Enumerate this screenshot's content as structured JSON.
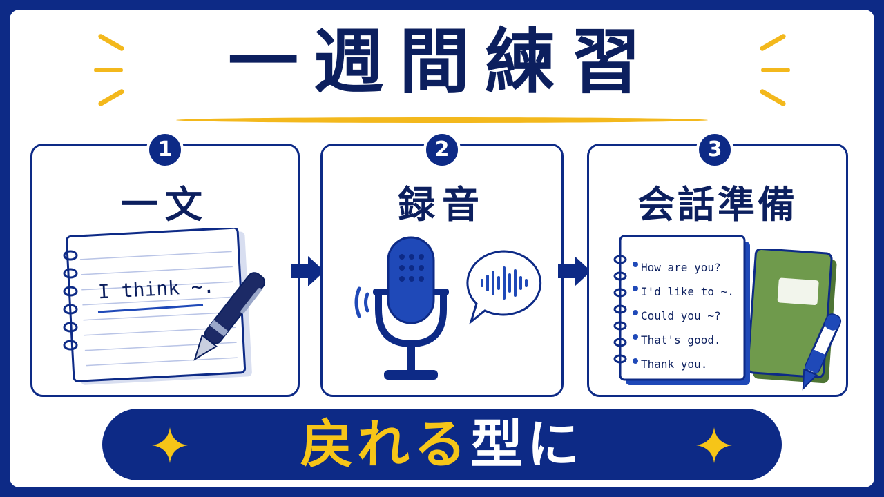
{
  "title": "一週間練習",
  "steps": [
    {
      "number": "1",
      "title": "一文",
      "note_text": "I think ~."
    },
    {
      "number": "2",
      "title": "録音"
    },
    {
      "number": "3",
      "title": "会話準備",
      "phrases": [
        "How are you?",
        "I'd like to ~.",
        "Could you ~?",
        "That's good.",
        "Thank you."
      ]
    }
  ],
  "slogan": {
    "highlight": "戻れる",
    "rest": "型に"
  },
  "colors": {
    "navy": "#0d2a86",
    "yellow": "#f3b81c",
    "green": "#6f9a4c",
    "blue": "#1f49b8"
  },
  "icons": [
    "notebook-icon",
    "pen-icon",
    "microphone-icon",
    "sound-wave-bubble-icon",
    "green-notebook-icon",
    "arrow-right-icon",
    "sparkle-icon"
  ]
}
